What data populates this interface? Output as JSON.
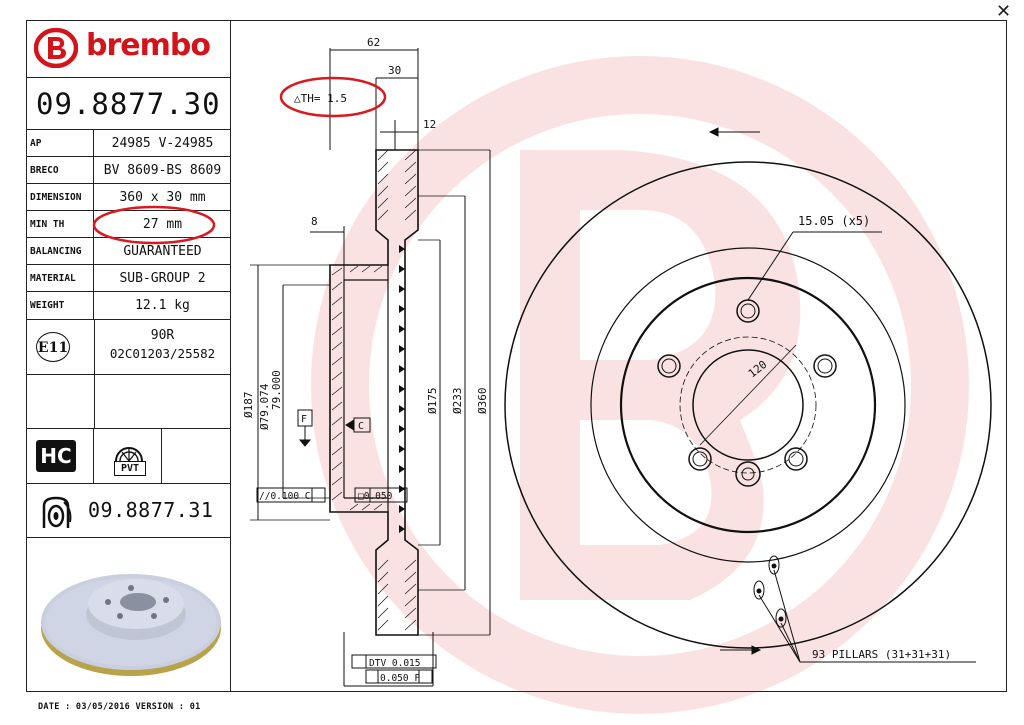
{
  "brand": {
    "name": "brembo",
    "color": "#d3141b"
  },
  "part_number": "09.8877.30",
  "specs": [
    {
      "key": "AP",
      "value": "24985 V-24985"
    },
    {
      "key": "BRECO",
      "value": "BV 8609-BS 8609"
    },
    {
      "key": "DIMENSION",
      "value": "360 x 30 mm"
    },
    {
      "key": "MIN TH",
      "value": "27 mm"
    },
    {
      "key": "BALANCING",
      "value": "GUARANTEED"
    },
    {
      "key": "MATERIAL",
      "value": "SUB-GROUP 2"
    },
    {
      "key": "WEIGHT",
      "value": "12.1 kg"
    }
  ],
  "homologation": {
    "badge": "E11",
    "line1": "90R",
    "line2": "02C01203/25582"
  },
  "icons": {
    "hc": "HC",
    "pvt": "PVT"
  },
  "rear_part_number": "09.8877.31",
  "date_line": "DATE : 03/05/2016 VERSION : 01",
  "drawing": {
    "dim_62": "62",
    "dim_30": "30",
    "dim_12": "12",
    "dim_8": "8",
    "th_label": "△TH= 1.5",
    "d187": "Ø187",
    "d79a": "Ø79.074",
    "d79b": "79.000",
    "d175": "Ø175",
    "d233": "Ø233",
    "d360": "Ø360",
    "f_label": "F",
    "c_label": "C",
    "tol_left": "//0.100 C",
    "tol_mid": "□0.050",
    "dtv": "DTV 0.015",
    "runout": "0.050 F",
    "holes": "15.05 (x5)",
    "pcd": "120",
    "pillars": "93 PILLARS (31+31+31)"
  },
  "highlight_color": "#d91820",
  "close_icon": "✕"
}
